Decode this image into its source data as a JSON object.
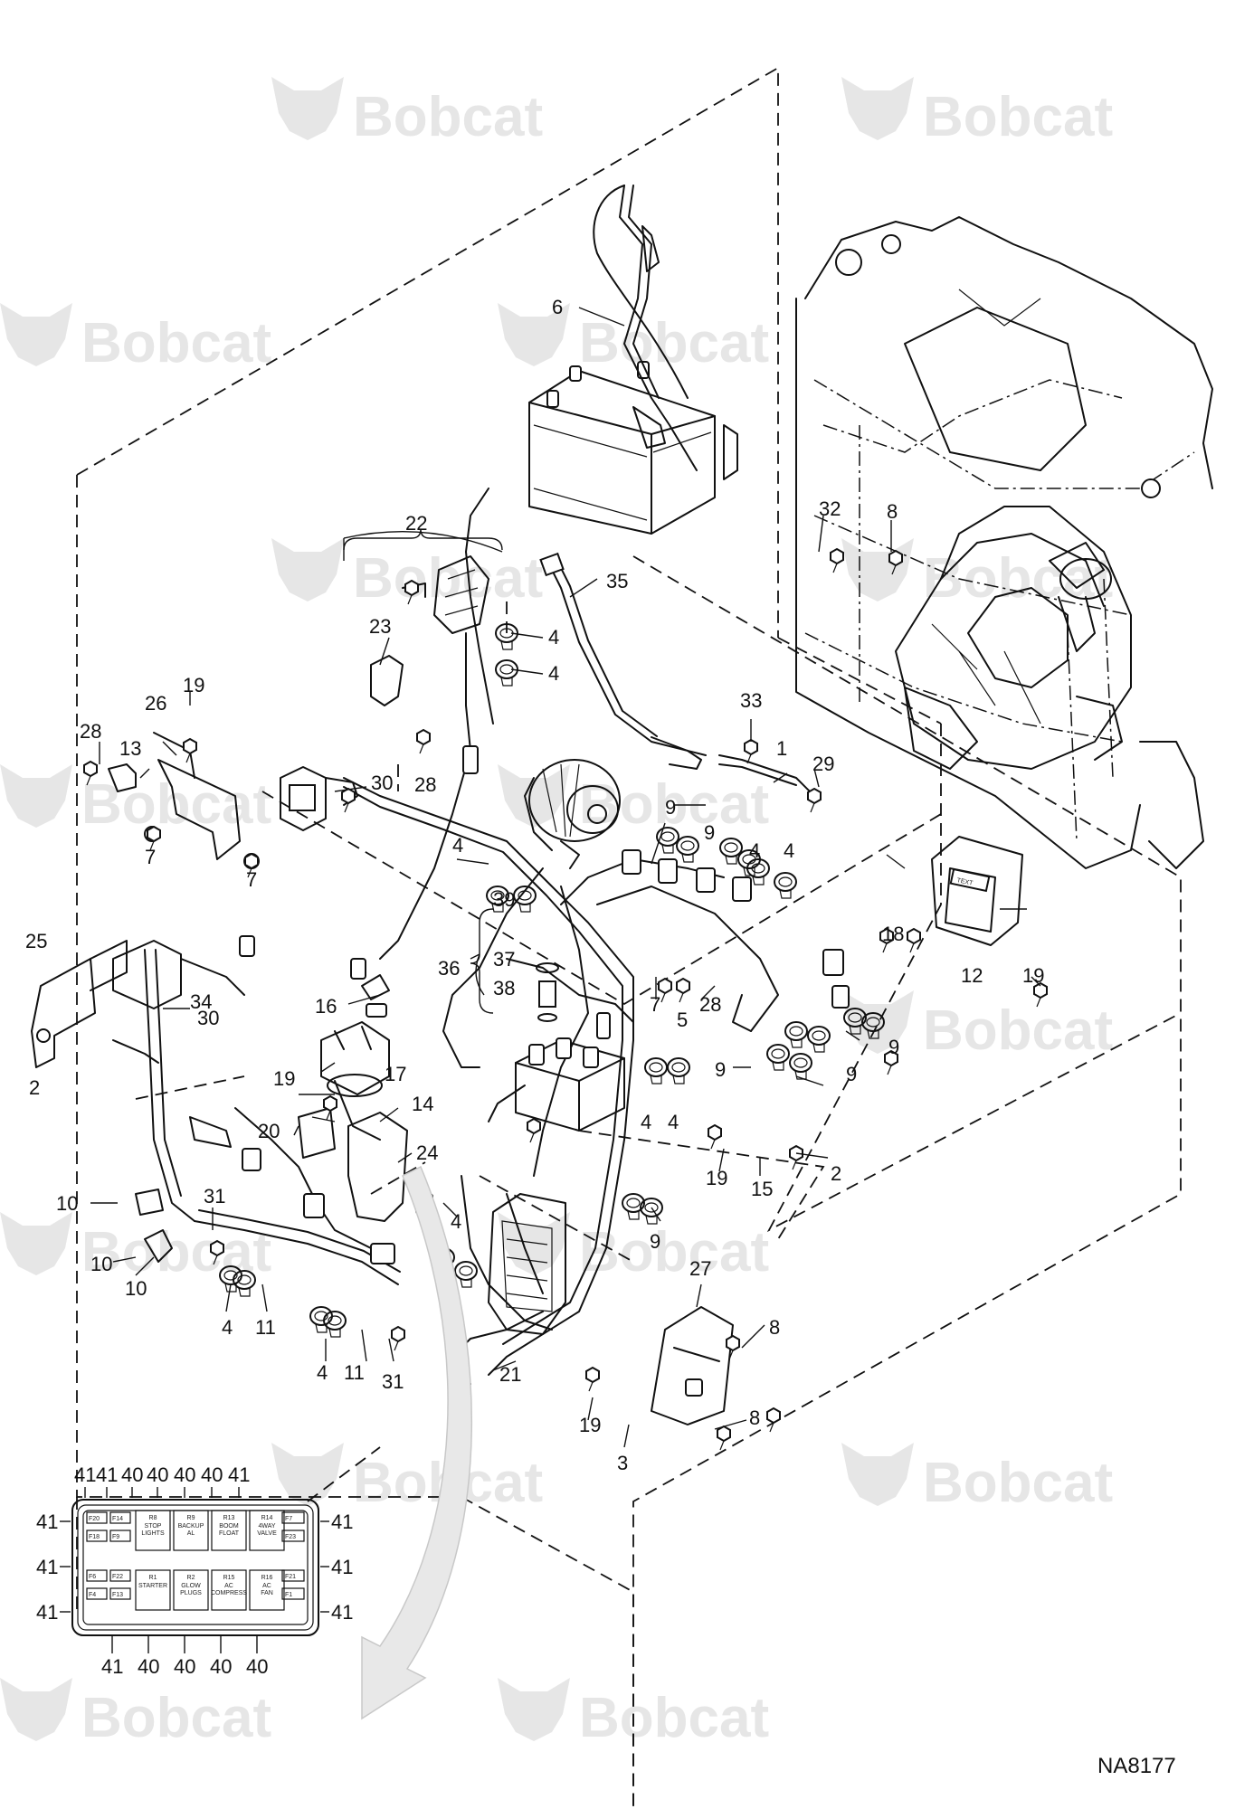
{
  "brand": {
    "watermark_text": "Bobcat",
    "watermark_icon": "bobcat-logo-icon",
    "watermark_color": "#e6e6e6"
  },
  "reference_id": "NA8177",
  "callouts": [
    {
      "id": "c22",
      "text": "22"
    },
    {
      "id": "c6",
      "text": "6"
    },
    {
      "id": "c35",
      "text": "35"
    },
    {
      "id": "c32",
      "text": "32"
    },
    {
      "id": "c8a",
      "text": "8"
    },
    {
      "id": "c23",
      "text": "23"
    },
    {
      "id": "c4a",
      "text": "4"
    },
    {
      "id": "c4b",
      "text": "4"
    },
    {
      "id": "c19a",
      "text": "19"
    },
    {
      "id": "c26",
      "text": "26"
    },
    {
      "id": "c28a",
      "text": "28"
    },
    {
      "id": "c13",
      "text": "13"
    },
    {
      "id": "c33",
      "text": "33"
    },
    {
      "id": "c1",
      "text": "1"
    },
    {
      "id": "c29",
      "text": "29"
    },
    {
      "id": "c30a",
      "text": "30"
    },
    {
      "id": "c28b",
      "text": "28"
    },
    {
      "id": "c9a",
      "text": "9"
    },
    {
      "id": "c9b",
      "text": "9"
    },
    {
      "id": "c4c",
      "text": "4"
    },
    {
      "id": "c4d",
      "text": "4"
    },
    {
      "id": "c4e",
      "text": "4"
    },
    {
      "id": "c7a",
      "text": "7"
    },
    {
      "id": "c7b",
      "text": "7"
    },
    {
      "id": "c25",
      "text": "25"
    },
    {
      "id": "c39",
      "text": "39"
    },
    {
      "id": "c37",
      "text": "37"
    },
    {
      "id": "c36",
      "text": "36"
    },
    {
      "id": "c38",
      "text": "38"
    },
    {
      "id": "c34",
      "text": "34"
    },
    {
      "id": "c18",
      "text": "18"
    },
    {
      "id": "c12",
      "text": "12"
    },
    {
      "id": "c19b",
      "text": "19"
    },
    {
      "id": "c30b",
      "text": "30"
    },
    {
      "id": "c16",
      "text": "16"
    },
    {
      "id": "c7c",
      "text": "7"
    },
    {
      "id": "c5",
      "text": "5"
    },
    {
      "id": "c28c",
      "text": "28"
    },
    {
      "id": "c9c",
      "text": "9"
    },
    {
      "id": "c2a",
      "text": "2"
    },
    {
      "id": "c17",
      "text": "17"
    },
    {
      "id": "c9d",
      "text": "9"
    },
    {
      "id": "c9e",
      "text": "9"
    },
    {
      "id": "c19c",
      "text": "19"
    },
    {
      "id": "c14",
      "text": "14"
    },
    {
      "id": "c20",
      "text": "20"
    },
    {
      "id": "c24",
      "text": "24"
    },
    {
      "id": "c4f",
      "text": "4"
    },
    {
      "id": "c4g",
      "text": "4"
    },
    {
      "id": "c19d",
      "text": "19"
    },
    {
      "id": "c15",
      "text": "15"
    },
    {
      "id": "c2b",
      "text": "2"
    },
    {
      "id": "c10a",
      "text": "10"
    },
    {
      "id": "c31a",
      "text": "31"
    },
    {
      "id": "c4h",
      "text": "4"
    },
    {
      "id": "c9f",
      "text": "9"
    },
    {
      "id": "c10b",
      "text": "10"
    },
    {
      "id": "c10c",
      "text": "10"
    },
    {
      "id": "c4i",
      "text": "4"
    },
    {
      "id": "c11a",
      "text": "11"
    },
    {
      "id": "c27",
      "text": "27"
    },
    {
      "id": "c8b",
      "text": "8"
    },
    {
      "id": "c4j",
      "text": "4"
    },
    {
      "id": "c11b",
      "text": "11"
    },
    {
      "id": "c31b",
      "text": "31"
    },
    {
      "id": "c21",
      "text": "21"
    },
    {
      "id": "c19e",
      "text": "19"
    },
    {
      "id": "c8c",
      "text": "8"
    },
    {
      "id": "c3",
      "text": "3"
    }
  ],
  "fuse_panel": {
    "top_numbers": [
      "41",
      "41",
      "40",
      "40",
      "40",
      "40",
      "41"
    ],
    "bottom_numbers": [
      "41",
      "40",
      "40",
      "40",
      "40"
    ],
    "left_numbers": [
      "41",
      "41",
      "41"
    ],
    "right_numbers": [
      "41",
      "41",
      "41"
    ],
    "fuses_left": [
      "F20",
      "F18",
      "F6",
      "F4"
    ],
    "fuses_inner_left": [
      "F14",
      "F9",
      "F22",
      "F13"
    ],
    "fuses_right": [
      "F7",
      "F23",
      "F21",
      "F1"
    ],
    "relays_top": [
      {
        "id": "R8",
        "label": "STOP LIGHTS"
      },
      {
        "id": "R9",
        "label": "BACKUP AL"
      },
      {
        "id": "R13",
        "label": "BOOM FLOAT"
      },
      {
        "id": "R14",
        "label": "4WAY VALVE"
      }
    ],
    "relays_bottom": [
      {
        "id": "R1",
        "label": "STARTER"
      },
      {
        "id": "R2",
        "label": "GLOW PLUGS"
      },
      {
        "id": "R15",
        "label": "AC COMPRESS"
      },
      {
        "id": "R16",
        "label": "AC FAN"
      }
    ]
  },
  "controller_label": "TEXT"
}
